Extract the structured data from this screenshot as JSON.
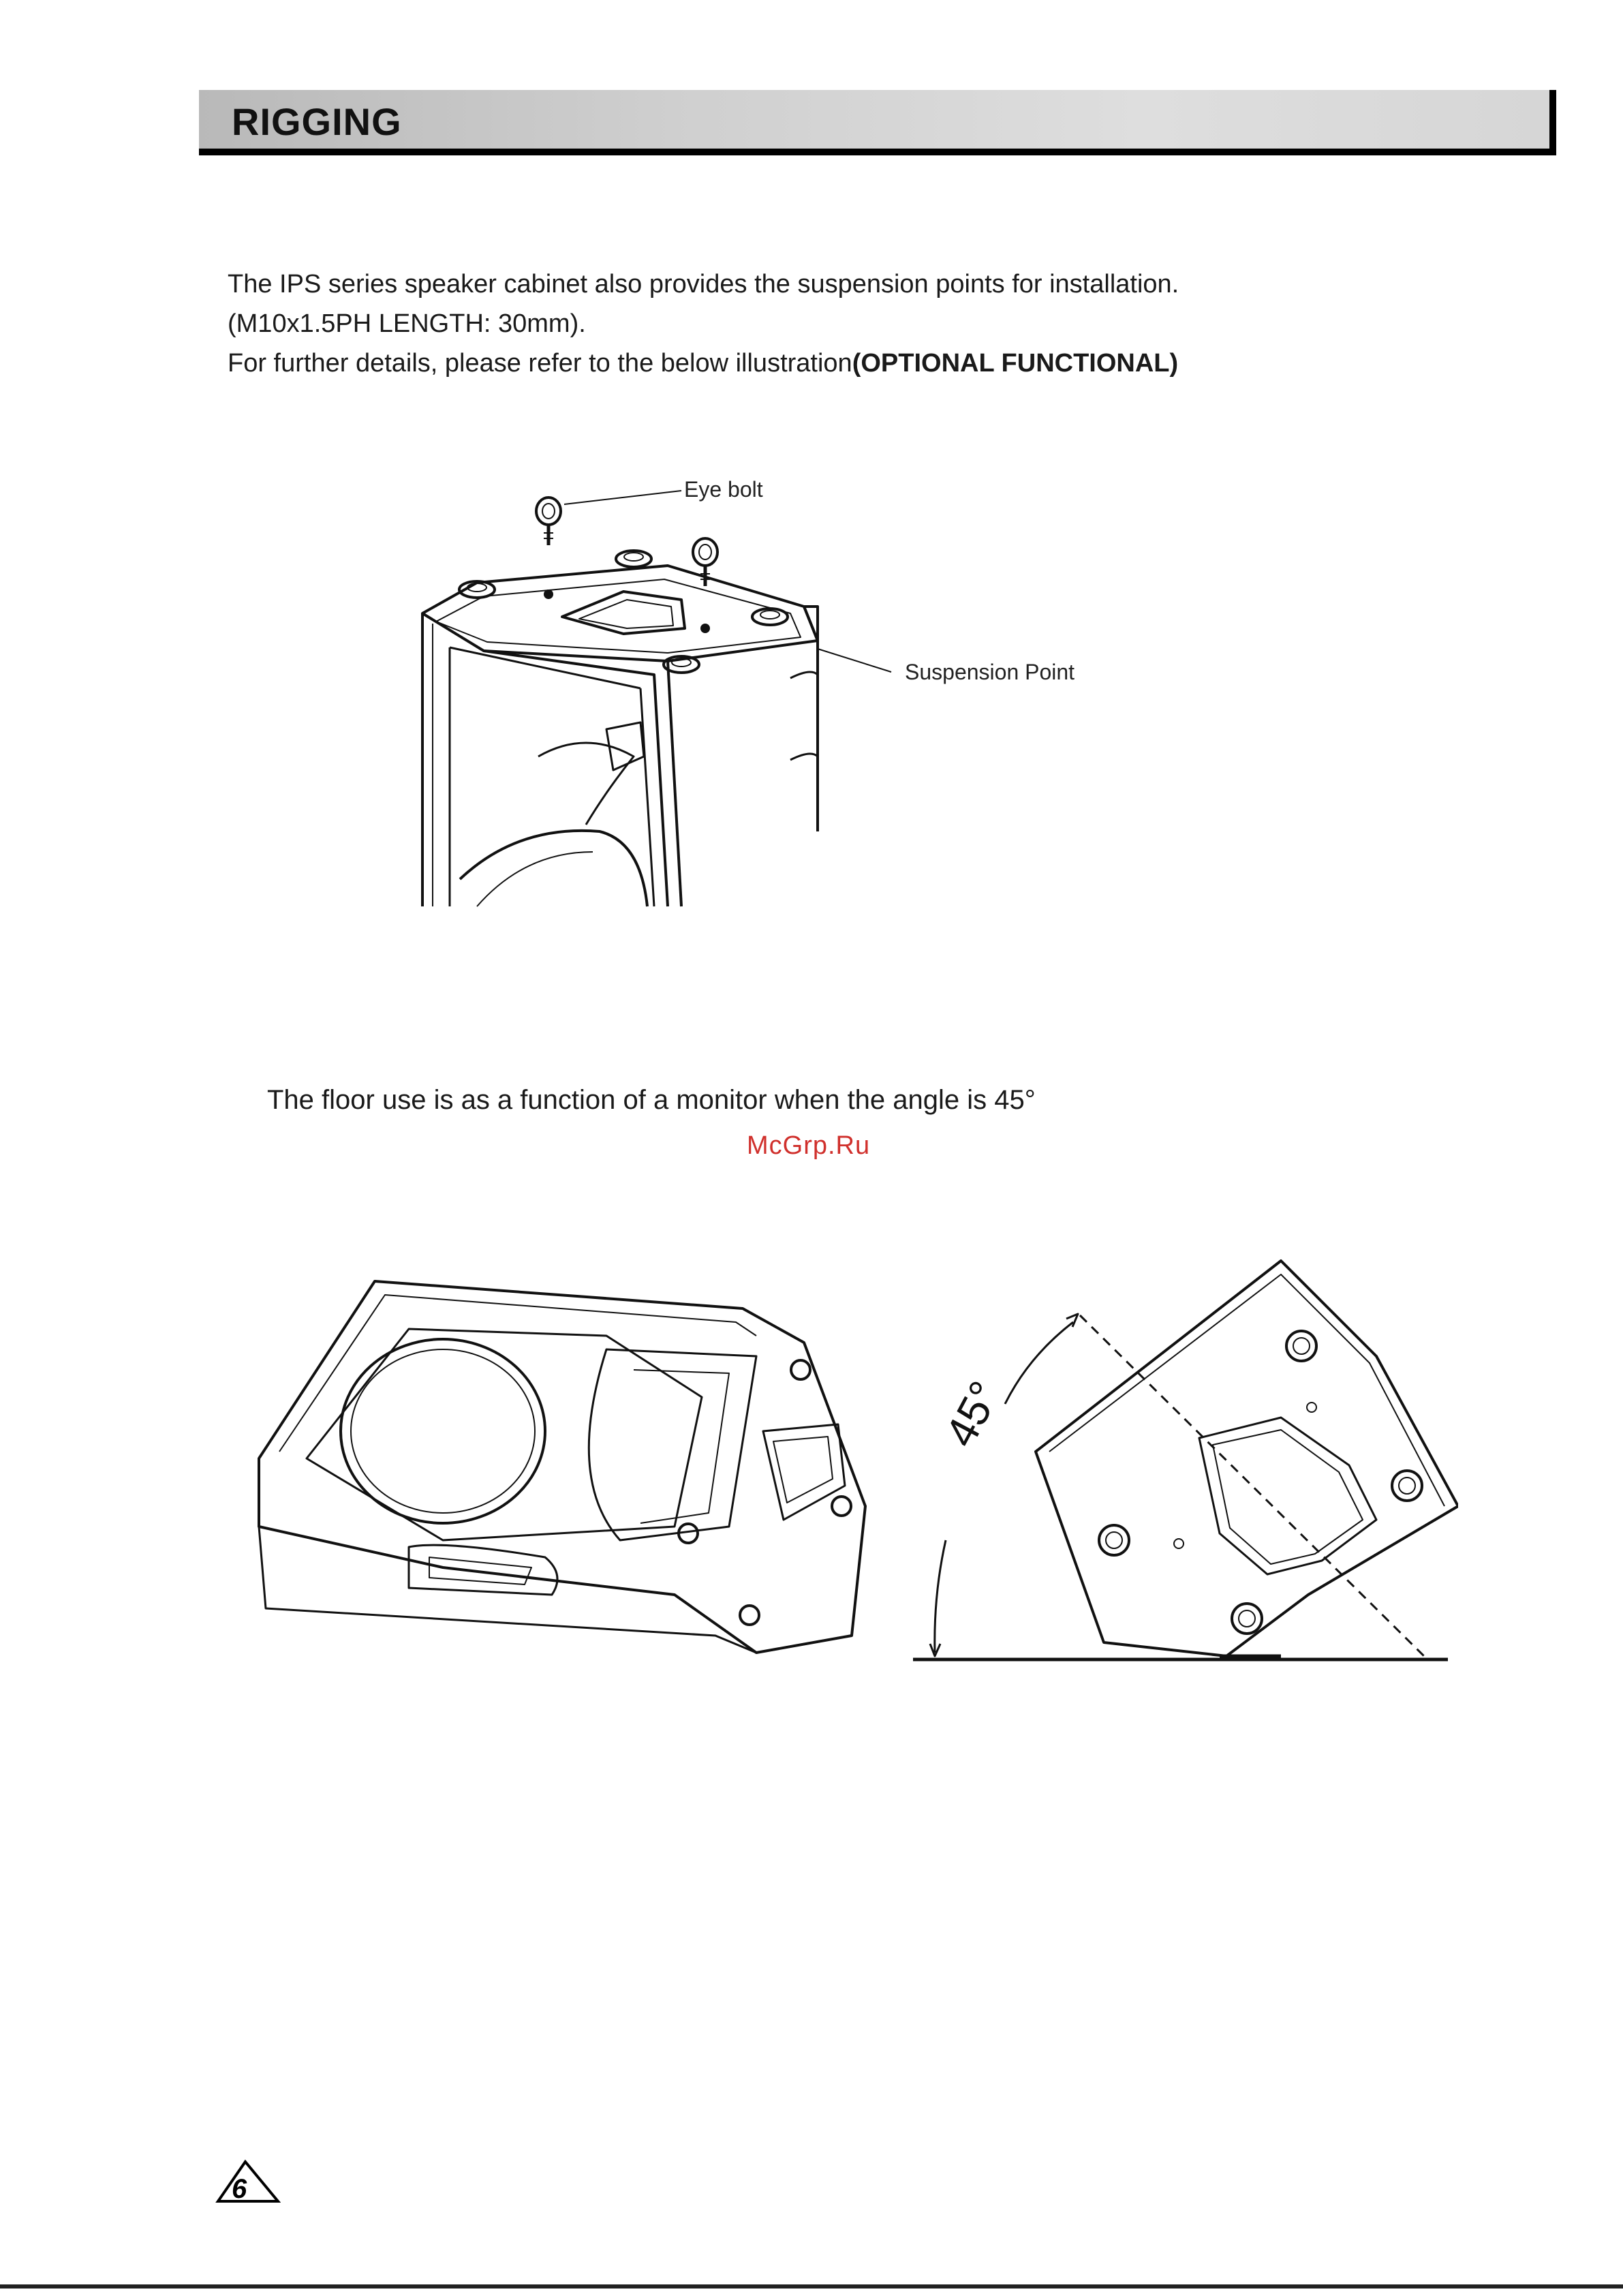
{
  "header": {
    "title": "RIGGING"
  },
  "intro": {
    "line1": "The IPS series speaker cabinet also provides the suspension points for installation.",
    "line2": "(M10x1.5PH LENGTH: 30mm).",
    "line3_prefix": "For further details, please refer to the below illustration",
    "line3_bold": "(OPTIONAL FUNCTIONAL)"
  },
  "figure_top": {
    "eye_bolt_label": "Eye bolt",
    "suspension_label": "Suspension Point"
  },
  "floor_text": "The floor use is as a function of a monitor when the angle is 45°",
  "watermark": "McGrp.Ru",
  "figure_bottom": {
    "angle_label": "45°"
  },
  "page": {
    "number": "6"
  }
}
